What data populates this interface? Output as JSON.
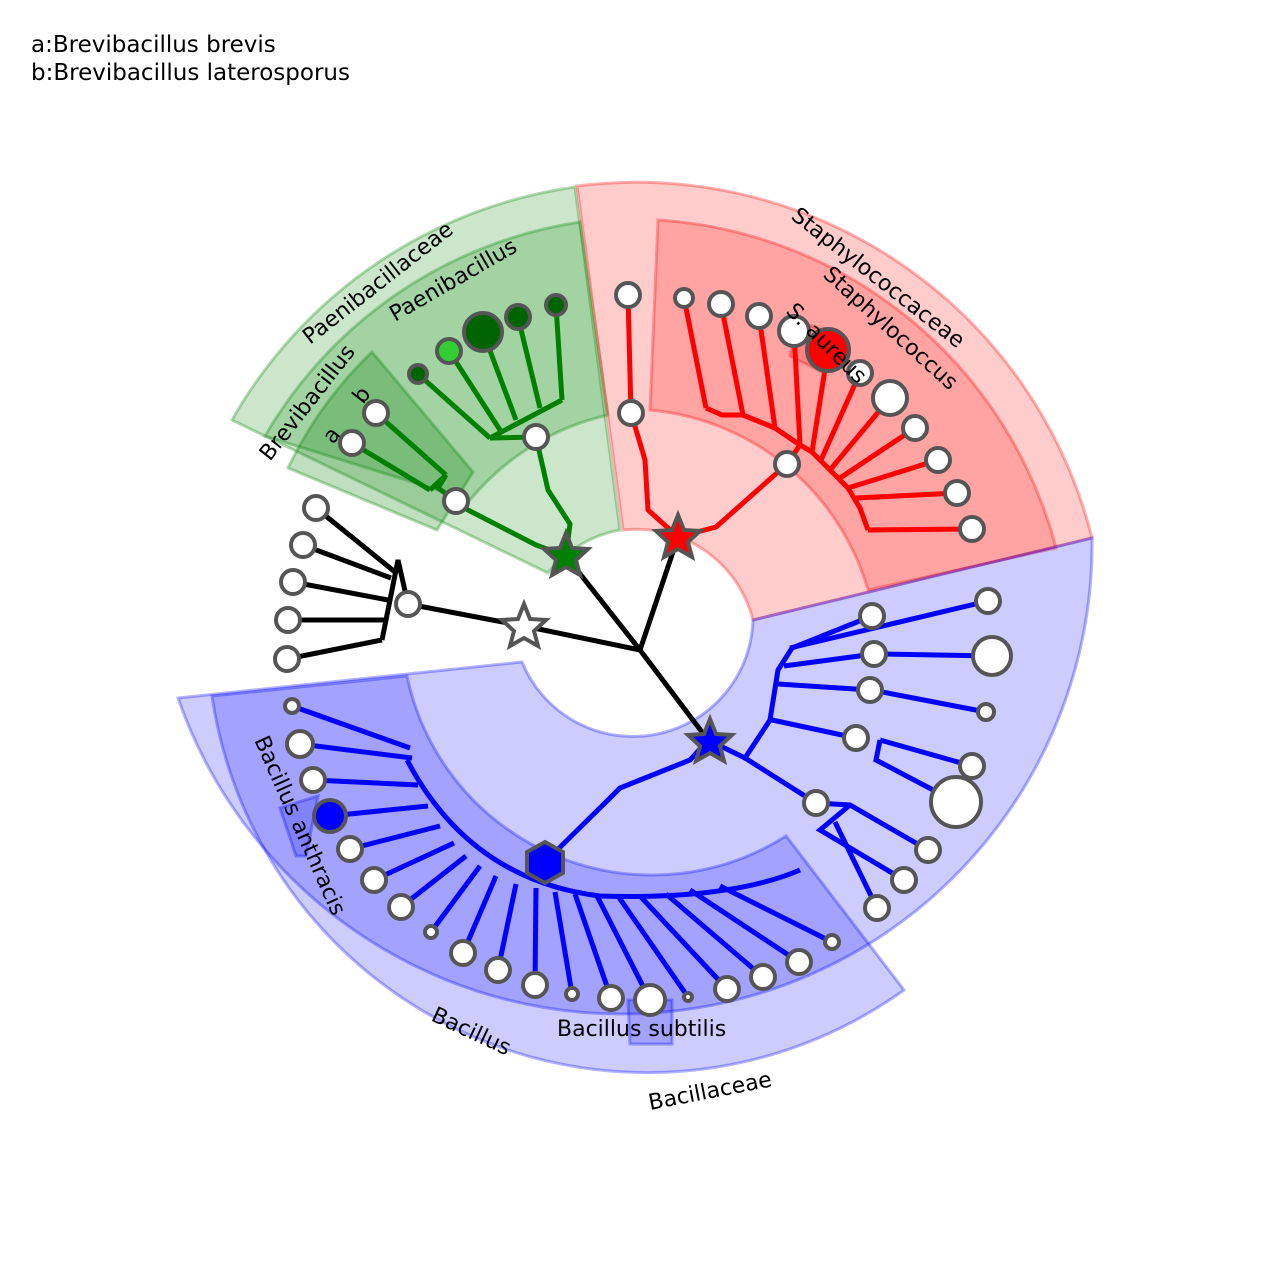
{
  "legend": {
    "a": "a:Brevibacillus brevis",
    "b": "b:Brevibacillus laterosporus"
  },
  "colors": {
    "green": "#008000",
    "red": "#ff0000",
    "blue": "#0000ff",
    "node_outline": "#555555"
  },
  "clade_labels": {
    "paenibacillaceae": "Paenibacillaceae",
    "paenibacillus": "Paenibacillus",
    "brevibacillus": "Brevibacillus",
    "a": "a",
    "b": "b",
    "staphylococcaceae": "Staphylococcaceae",
    "staphylococcus": "Staphylococcus",
    "s_aureus": "S. aureus",
    "bacillaceae": "Bacillaceae",
    "bacillus": "Bacillus",
    "bacillus_anthracis": "Bacillus anthracis",
    "bacillus_subtilis": "Bacillus subtilis"
  },
  "highlighted_markers": {
    "root_child": "white-star",
    "paenibacillaceae": "green-star",
    "staphylococcaceae": "red-star",
    "bacillaceae": "blue-star",
    "bacillus": "blue-hexagon",
    "staphylococcus_aureus": "red-filled-node",
    "bacillus_anthracis": "blue-filled-node",
    "paenibacillus_leaves": "green-filled-nodes"
  }
}
